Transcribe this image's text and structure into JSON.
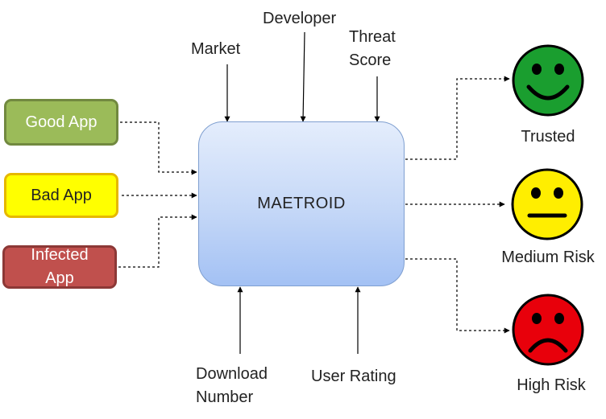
{
  "center": {
    "label": "MAETROID"
  },
  "apps": {
    "good": "Good App",
    "bad": "Bad App",
    "infected": "Infected App"
  },
  "inputs_top": {
    "market": "Market",
    "developer": "Developer",
    "threat_score": "Threat Score"
  },
  "inputs_bottom": {
    "download_number": "Download Number",
    "user_rating": "User Rating"
  },
  "outputs": {
    "trusted": "Trusted",
    "medium_risk": "Medium Risk",
    "high_risk": "High Risk"
  },
  "colors": {
    "good_app": "#9bbb59",
    "bad_app": "#ffff00",
    "infected_app": "#c0504d",
    "face_trusted": "#1a9e2f",
    "face_medium": "#ffee00",
    "face_high": "#e8000b"
  },
  "icons": {
    "trusted": "smiling-face-icon",
    "medium_risk": "neutral-face-icon",
    "high_risk": "frowning-face-icon"
  }
}
